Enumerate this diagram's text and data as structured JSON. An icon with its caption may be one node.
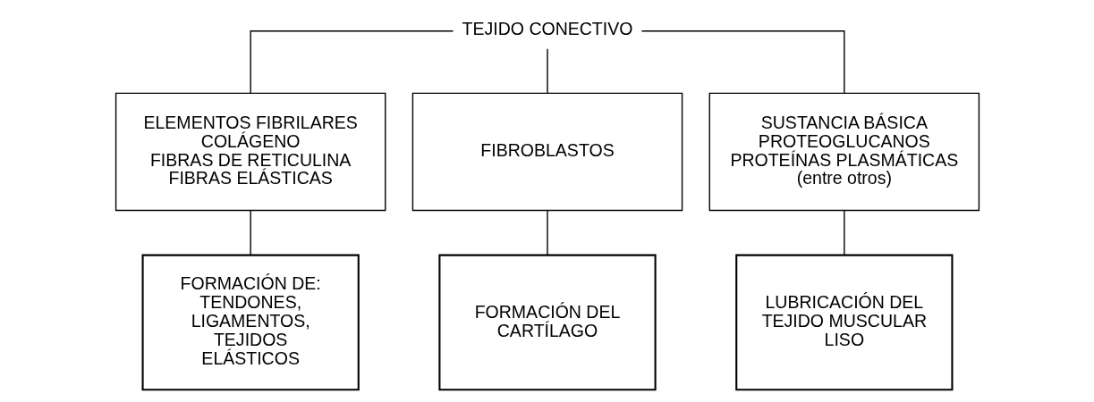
{
  "diagram": {
    "nodes": [
      {
        "text": [
          "TEJIDO CONECTIVO"
        ]
      },
      {
        "text": [
          "ELEMENTOS FIBRILARES",
          "COLÁGENO",
          "FIBRAS DE RETICULINA",
          "FIBRAS ELÁSTICAS"
        ]
      },
      {
        "text": [
          "FIBROBLASTOS"
        ]
      },
      {
        "text": [
          "SUSTANCIA BÁSICA",
          "PROTEOGLUCANOS",
          "PROTEÍNAS PLASMÁTICAS",
          "(entre otros)"
        ]
      },
      {
        "text": [
          "FORMACIÓN DE: TENDONES, LIGAMENTOS, TEJIDOS ELÁSTICOS"
        ]
      },
      {
        "text": [
          "FORMACIÓN DEL CARTÍLAGO"
        ]
      },
      {
        "text": [
          "LUBRICACIÓN DEL TEJIDO MUSCULAR LISO"
        ]
      }
    ],
    "edges": [
      {
        "from": 0,
        "to": 1,
        "arrow": "none"
      },
      {
        "from": 0,
        "to": 2,
        "arrow": "none"
      },
      {
        "from": 0,
        "to": 3,
        "arrow": "none"
      },
      {
        "from": 1,
        "to": 4,
        "arrow": "none"
      },
      {
        "from": 2,
        "to": 5,
        "arrow": "none"
      },
      {
        "from": 3,
        "to": 6,
        "arrow": "none"
      }
    ]
  }
}
